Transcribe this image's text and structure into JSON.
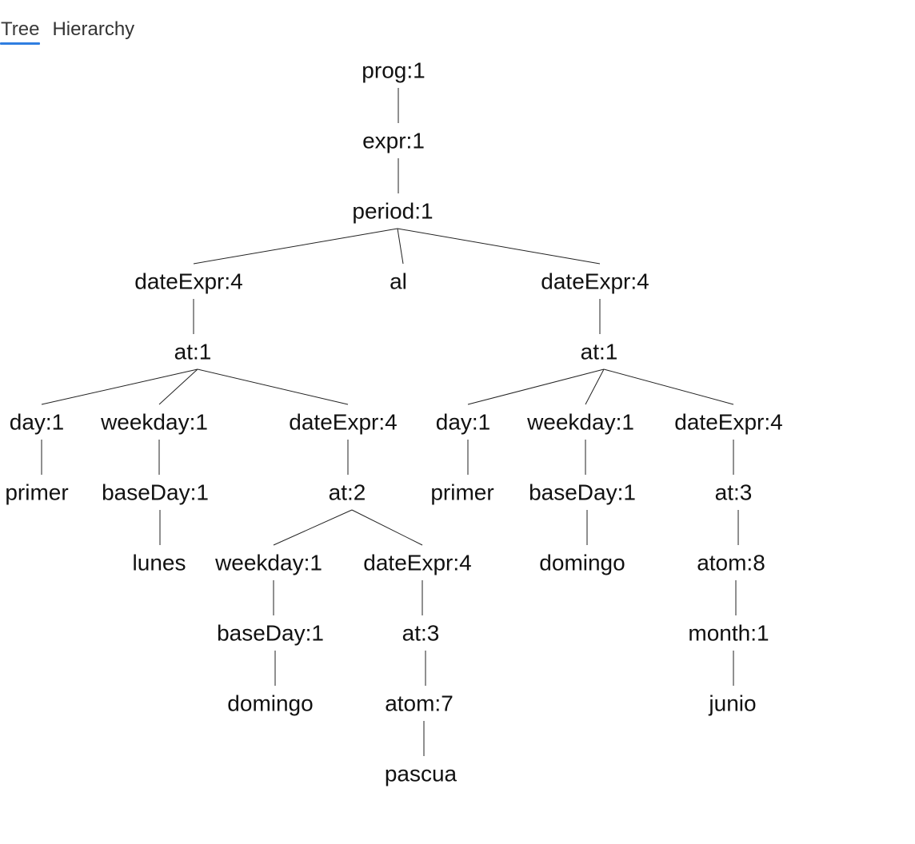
{
  "tabs": [
    {
      "label": "Tree",
      "active": true
    },
    {
      "label": "Hierarchy",
      "active": false
    }
  ],
  "accent_color": "#2f7ee0",
  "tree": {
    "nodes": [
      {
        "id": "n1",
        "label": "prog:1"
      },
      {
        "id": "n2",
        "label": "expr:1",
        "parent": "n1"
      },
      {
        "id": "n3",
        "label": "period:1",
        "parent": "n2"
      },
      {
        "id": "n4",
        "label": "dateExpr:4",
        "parent": "n3"
      },
      {
        "id": "n5",
        "label": "al",
        "parent": "n3"
      },
      {
        "id": "n6",
        "label": "dateExpr:4",
        "parent": "n3"
      },
      {
        "id": "n7",
        "label": "at:1",
        "parent": "n4"
      },
      {
        "id": "n8",
        "label": "at:1",
        "parent": "n6"
      },
      {
        "id": "n9",
        "label": "day:1",
        "parent": "n7"
      },
      {
        "id": "n10",
        "label": "weekday:1",
        "parent": "n7"
      },
      {
        "id": "n11",
        "label": "dateExpr:4",
        "parent": "n7"
      },
      {
        "id": "n12",
        "label": "day:1",
        "parent": "n8"
      },
      {
        "id": "n13",
        "label": "weekday:1",
        "parent": "n8"
      },
      {
        "id": "n14",
        "label": "dateExpr:4",
        "parent": "n8"
      },
      {
        "id": "n15",
        "label": "primer",
        "parent": "n9"
      },
      {
        "id": "n16",
        "label": "baseDay:1",
        "parent": "n10"
      },
      {
        "id": "n17",
        "label": "at:2",
        "parent": "n11"
      },
      {
        "id": "n18",
        "label": "primer",
        "parent": "n12"
      },
      {
        "id": "n19",
        "label": "baseDay:1",
        "parent": "n13"
      },
      {
        "id": "n20",
        "label": "at:3",
        "parent": "n14"
      },
      {
        "id": "n21",
        "label": "lunes",
        "parent": "n16"
      },
      {
        "id": "n22",
        "label": "weekday:1",
        "parent": "n17"
      },
      {
        "id": "n23",
        "label": "dateExpr:4",
        "parent": "n17"
      },
      {
        "id": "n24",
        "label": "domingo",
        "parent": "n19"
      },
      {
        "id": "n25",
        "label": "atom:8",
        "parent": "n20"
      },
      {
        "id": "n26",
        "label": "baseDay:1",
        "parent": "n22"
      },
      {
        "id": "n27",
        "label": "at:3",
        "parent": "n23"
      },
      {
        "id": "n28",
        "label": "month:1",
        "parent": "n25"
      },
      {
        "id": "n29",
        "label": "domingo",
        "parent": "n26"
      },
      {
        "id": "n30",
        "label": "atom:7",
        "parent": "n27"
      },
      {
        "id": "n31",
        "label": "junio",
        "parent": "n28"
      },
      {
        "id": "n32",
        "label": "pascua",
        "parent": "n30"
      }
    ]
  }
}
